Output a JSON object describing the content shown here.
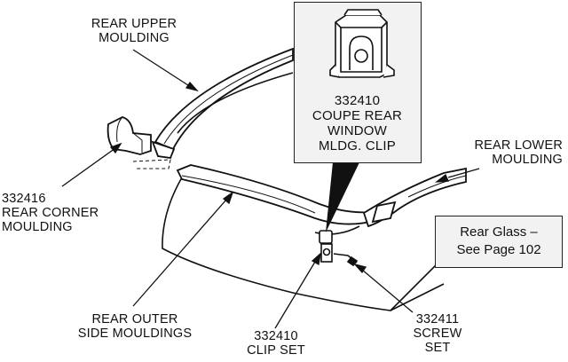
{
  "labels": {
    "rear_upper": [
      "REAR UPPER",
      "MOULDING"
    ],
    "inset_clip": [
      "332410",
      "COUPE REAR",
      "WINDOW",
      "MLDG. CLIP"
    ],
    "rear_lower": [
      "REAR LOWER",
      "MOULDING"
    ],
    "rear_corner": [
      "332416",
      "REAR CORNER",
      "MOULDING"
    ],
    "outer_side": [
      "REAR OUTER",
      "SIDE MOULDINGS"
    ],
    "clip_set": [
      "332410",
      "CLIP SET"
    ],
    "screw_set": [
      "332411",
      "SCREW",
      "SET"
    ]
  },
  "reference": [
    "Rear Glass –",
    "See Page 102"
  ],
  "colors": {
    "line": "#111111",
    "box_fill": "#f2f2f2",
    "part_fill": "#ffffff"
  }
}
